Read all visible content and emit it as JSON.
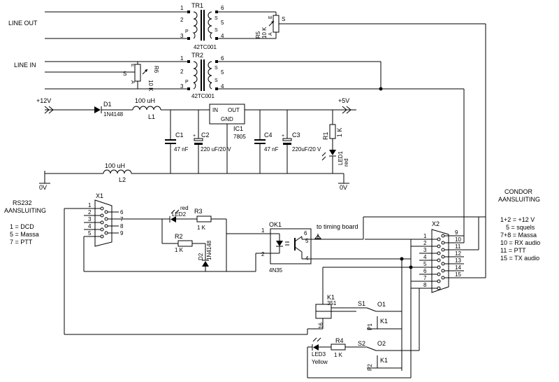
{
  "labels": {
    "line_out": "LINE OUT",
    "line_in": "LINE IN",
    "plus12v": "+12V",
    "plus5v": "+5V",
    "zero_v_left": "0V",
    "zero_v_right": "0V",
    "to_timing_board": "to timing board"
  },
  "transformers": {
    "tr1": {
      "name": "TR1",
      "part": "42TC001",
      "pins_left": [
        "1",
        "2",
        "3"
      ],
      "pins_right": [
        "6",
        "5",
        "4"
      ],
      "p": "P",
      "s": [
        "S",
        "S"
      ]
    },
    "tr2": {
      "name": "TR2",
      "part": "42TC001",
      "pins_left": [
        "1",
        "2",
        "3"
      ],
      "pins_right": [
        "6",
        "5",
        "4"
      ],
      "p": "P",
      "s": [
        "S",
        "S"
      ]
    }
  },
  "components": {
    "r5": {
      "name": "R5",
      "value": "10 K",
      "a": "A",
      "e": "E",
      "s": "S"
    },
    "r6": {
      "name": "R6",
      "value": "10 K",
      "a": "A",
      "e": "E",
      "s": "S"
    },
    "d1": {
      "name": "D1",
      "part": "1N4148"
    },
    "l1": {
      "name": "L1",
      "value": "100 uH"
    },
    "l2": {
      "name": "L2",
      "value": "100 uH"
    },
    "ic1": {
      "name": "IC1",
      "part": "7805",
      "in": "IN",
      "out": "OUT",
      "gnd": "GND"
    },
    "c1": {
      "name": "C1",
      "value": "47 nF"
    },
    "c2": {
      "name": "C2",
      "value": "220 uF/20 V"
    },
    "c3": {
      "name": "C3",
      "value": "220uF/20 V"
    },
    "c4": {
      "name": "C4",
      "value": "47 nF"
    },
    "r1": {
      "name": "R1",
      "value": "1 K"
    },
    "led1": {
      "name": "LED1",
      "color": "red"
    },
    "led2": {
      "name": "LED2",
      "color": "red"
    },
    "r3": {
      "name": "R3",
      "value": "1 K"
    },
    "r2": {
      "name": "R2",
      "value": "1 K"
    },
    "d2": {
      "name": "D2",
      "part": "1N4148"
    },
    "ok1": {
      "name": "OK1",
      "part": "4N35",
      "pins": [
        "1",
        "2",
        "6",
        "5",
        "4"
      ]
    },
    "k1": {
      "name": "K1",
      "value": "351",
      "pin16": "16"
    },
    "s1": {
      "name": "S1",
      "contact": "O1",
      "p": "P1",
      "k": "K1"
    },
    "s2": {
      "name": "S2",
      "contact": "O2",
      "p": "P2",
      "k": "K1"
    },
    "led3": {
      "name": "LED3",
      "color": "Yellow"
    },
    "r4": {
      "name": "R4",
      "value": "1 K"
    }
  },
  "x1": {
    "name": "X1",
    "pins_left": [
      "1",
      "2",
      "3",
      "4",
      "5"
    ],
    "pins_right": [
      "6",
      "7",
      "8",
      "9"
    ],
    "title": [
      "RS232",
      "AANSLUITING"
    ],
    "legend": [
      "1 = DCD",
      "5 = Massa",
      "7 = PTT"
    ]
  },
  "x2": {
    "name": "X2",
    "pins_left": [
      "1",
      "2",
      "3",
      "4",
      "5",
      "6",
      "7",
      "8"
    ],
    "pins_right": [
      "9",
      "10",
      "11",
      "12",
      "13",
      "14",
      "15"
    ],
    "title": [
      "CONDOR",
      "AANSLUITING"
    ],
    "legend": [
      "1+2 = +12 V",
      "5 = squels",
      "7+8 = Massa",
      "10 = RX audio",
      "11 = PTT",
      "15 = TX audio"
    ]
  }
}
